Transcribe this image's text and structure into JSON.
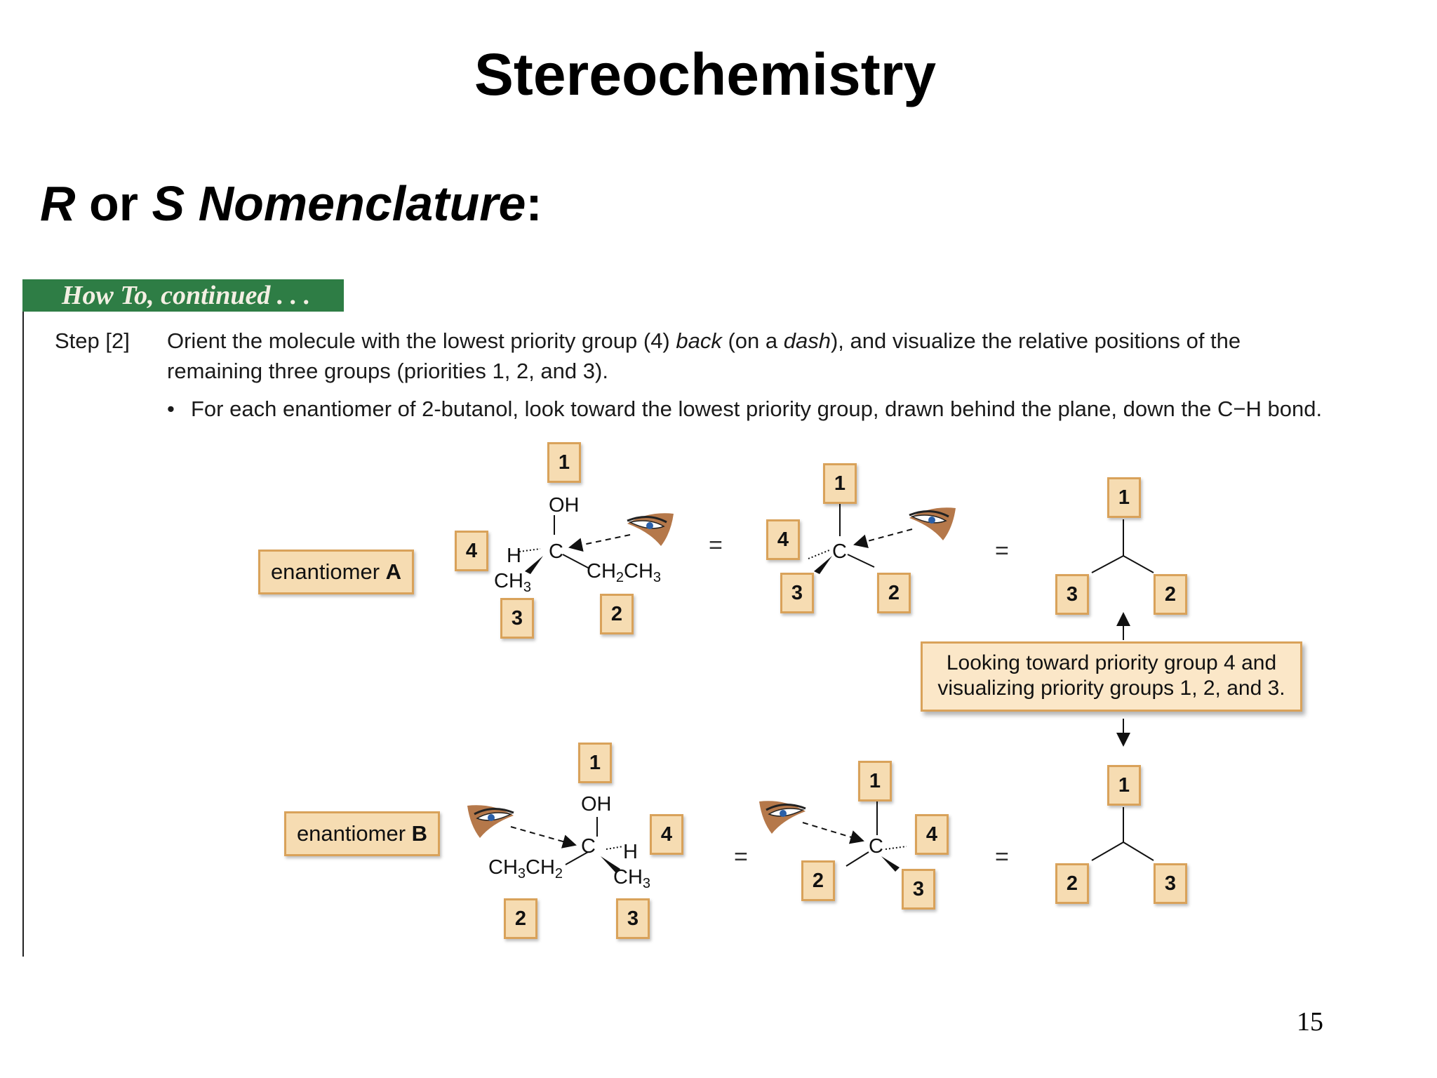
{
  "slide": {
    "title": "Stereochemistry",
    "subtitle": {
      "r": "R",
      "or": " or ",
      "s": "S",
      "nomenclature": "Nomenclature",
      "colon": ":"
    },
    "page_number": "15"
  },
  "howto": {
    "banner": "How To, continued . . .",
    "step_label": "Step [2]",
    "step_line1_a": "Orient the molecule with the lowest priority group (4) ",
    "step_line1_back": "back",
    "step_line1_b": " (on a ",
    "step_line1_dash": "dash",
    "step_line1_c": "), and visualize the relative positions of the",
    "step_line2": "remaining three groups (priorities 1, 2, and 3).",
    "bullet": "•",
    "bullet_text": "For each enantiomer of 2-butanol, look toward the lowest priority group, drawn behind the plane, down the C−H bond."
  },
  "enantiomer_a": {
    "label_prefix": "enantiomer ",
    "label_letter": "A",
    "badges": {
      "m1_top": "1",
      "m1_left": "4",
      "m1_bl": "3",
      "m1_br": "2",
      "m2_top": "1",
      "m2_left": "4",
      "m2_bl": "3",
      "m2_br": "2",
      "m3_top": "1",
      "m3_left": "3",
      "m3_right": "2"
    },
    "atoms": {
      "oh": "OH",
      "h": "H",
      "c": "C",
      "ch3": "CH",
      "ch3_sub": "3",
      "ch2ch3_a": "CH",
      "ch2ch3_sub1": "2",
      "ch2ch3_b": "CH",
      "ch2ch3_sub2": "3",
      "c2": "C"
    }
  },
  "enantiomer_b": {
    "label_prefix": "enantiomer ",
    "label_letter": "B",
    "badges": {
      "m1_top": "1",
      "m1_right": "4",
      "m1_bl": "2",
      "m1_br": "3",
      "m2_top": "1",
      "m2_right": "4",
      "m2_bl": "2",
      "m2_br": "3",
      "m3_top": "1",
      "m3_left": "2",
      "m3_right": "3"
    },
    "atoms": {
      "oh": "OH",
      "c": "C",
      "h": "H",
      "ch3ch2_a": "CH",
      "ch3ch2_sub1": "3",
      "ch3ch2_b": "CH",
      "ch3ch2_sub2": "2",
      "ch3": "CH",
      "ch3_sub": "3",
      "c2": "C"
    }
  },
  "equals": "=",
  "callout": {
    "line1": "Looking toward priority group 4 and",
    "line2": "visualizing priority groups 1, 2, and 3."
  },
  "colors": {
    "banner": "#2e7d45",
    "badge_fill": "#f6dcb2",
    "badge_border": "#d9a25a",
    "eye_skin": "#b5784a"
  }
}
